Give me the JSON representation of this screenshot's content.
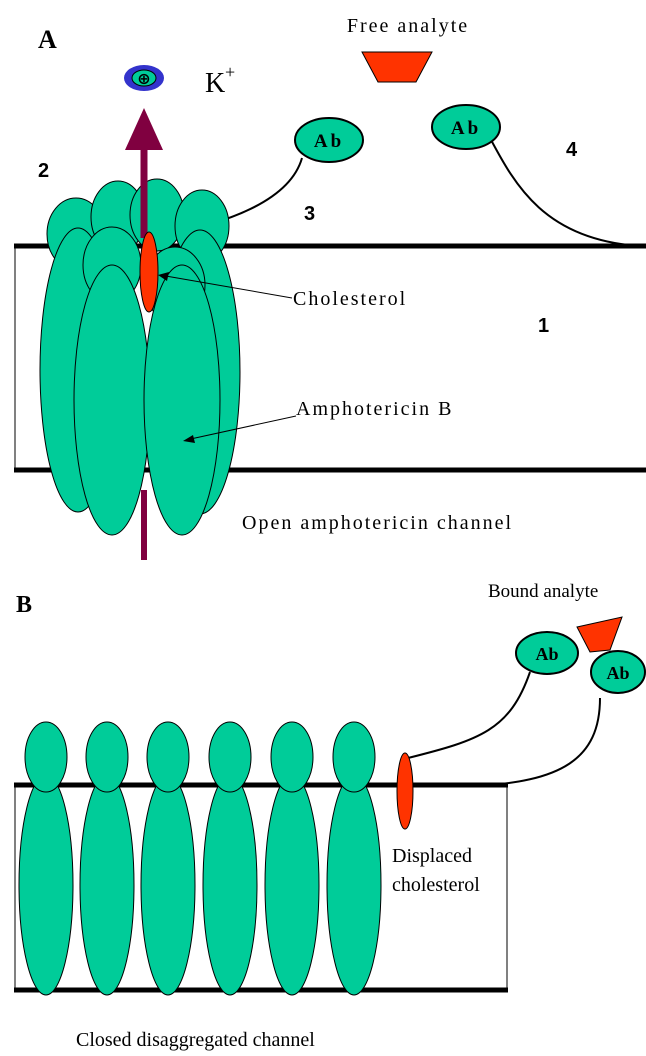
{
  "colors": {
    "lipid": "#00CC99",
    "cholesterol": "#FF3300",
    "analyte": "#FF3300",
    "arrow": "#800040",
    "ion": "#3333CC",
    "line": "#000000"
  },
  "panel_a": {
    "label": "A",
    "free_analyte": "Free analyte",
    "ion_symbol": "⊕",
    "ion_name": "K",
    "ion_charge": "+",
    "antibody_left": "Ab",
    "antibody_right": "Ab",
    "num_1": "1",
    "num_2": "2",
    "num_3": "3",
    "num_4": "4",
    "cholesterol_label": "Cholesterol",
    "amphotericin_label": "Amphotericin B",
    "caption": "Open amphotericin channel"
  },
  "panel_b": {
    "label": "B",
    "bound_analyte": "Bound analyte",
    "antibody_left": "Ab",
    "antibody_right": "Ab",
    "displaced_line1": "Displaced",
    "displaced_line2": "cholesterol",
    "caption": "Closed disaggregated channel"
  }
}
